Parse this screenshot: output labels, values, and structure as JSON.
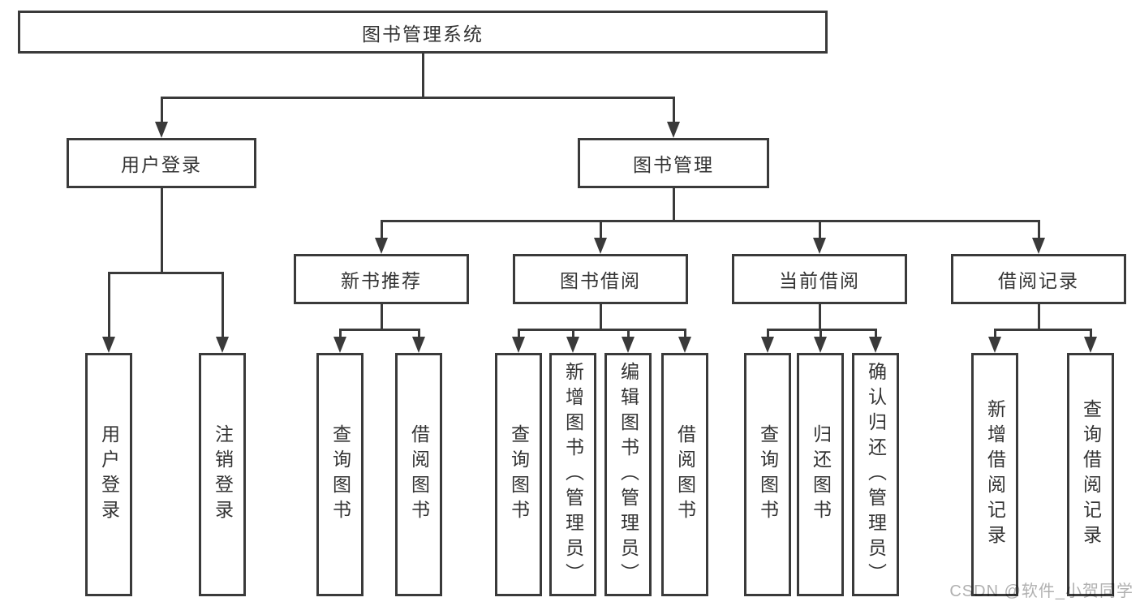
{
  "diagram": {
    "root": {
      "label": "图书管理系统"
    },
    "branches": [
      {
        "label": "用户登录",
        "children": [
          {
            "label": "用户登录"
          },
          {
            "label": "注销登录"
          }
        ]
      },
      {
        "label": "图书管理",
        "children": [
          {
            "label": "新书推荐",
            "children": [
              {
                "label": "查询图书"
              },
              {
                "label": "借阅图书"
              }
            ]
          },
          {
            "label": "图书借阅",
            "children": [
              {
                "label": "查询图书"
              },
              {
                "label": "新增图书（管理员）"
              },
              {
                "label": "编辑图书（管理员）"
              },
              {
                "label": "借阅图书"
              }
            ]
          },
          {
            "label": "当前借阅",
            "children": [
              {
                "label": "查询图书"
              },
              {
                "label": "归还图书"
              },
              {
                "label": "确认归还（管理员）"
              }
            ]
          },
          {
            "label": "借阅记录",
            "children": [
              {
                "label": "新增借阅记录"
              },
              {
                "label": "查询借阅记录"
              }
            ]
          }
        ]
      }
    ]
  },
  "colors": {
    "stroke": "#3a3a3a",
    "text": "#333333",
    "watermark": "#b0b0b0"
  },
  "watermark": {
    "text": "CSDN @软件_小贺同学"
  }
}
